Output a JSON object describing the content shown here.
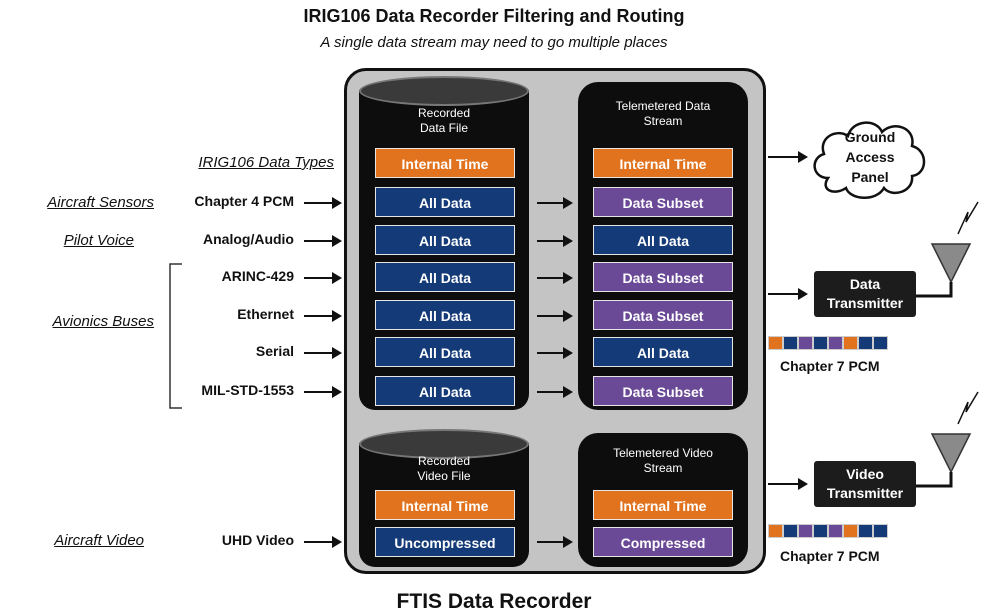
{
  "title": "IRIG106 Data Recorder Filtering and Routing",
  "subtitle": "A single data stream may need to go multiple places",
  "footer": "FTIS Data Recorder",
  "data_types_header": "IRIG106 Data Types",
  "sources": [
    {
      "category": "Aircraft Sensors",
      "input": "Chapter 4 PCM",
      "recorded": "All Data",
      "telemetered": "Data Subset"
    },
    {
      "category": "Pilot Voice",
      "input": "Analog/Audio",
      "recorded": "All Data",
      "telemetered": "All Data"
    },
    {
      "category": "",
      "input": "ARINC-429",
      "recorded": "All Data",
      "telemetered": "Data Subset"
    },
    {
      "category": "Avionics Buses",
      "input": "Ethernet",
      "recorded": "All Data",
      "telemetered": "Data Subset"
    },
    {
      "category": "",
      "input": "Serial",
      "recorded": "All Data",
      "telemetered": "All Data"
    },
    {
      "category": "",
      "input": "MIL-STD-1553",
      "recorded": "All Data",
      "telemetered": "Data Subset"
    }
  ],
  "video": {
    "category": "Aircraft Video",
    "input": "UHD Video",
    "recorded": "Uncompressed",
    "telemetered": "Compressed"
  },
  "recorded_data_file": "Recorded Data File",
  "telemetered_data_stream": "Telemetered Data Stream",
  "recorded_video_file": "Recorded Video File",
  "telemetered_video_stream": "Telemetered Video Stream",
  "internal_time": "Internal Time",
  "ground_access_panel": "Ground Access Panel",
  "data_transmitter": "Data Transmitter",
  "video_transmitter": "Video Transmitter",
  "chapter7_pcm": "Chapter 7 PCM",
  "colors": {
    "orange": "#e2731e",
    "blue": "#143a78",
    "purple": "#6a4a96"
  },
  "pcm_strip_pattern": [
    "orange",
    "blue",
    "purple",
    "blue",
    "purple",
    "orange",
    "blue",
    "blue"
  ]
}
